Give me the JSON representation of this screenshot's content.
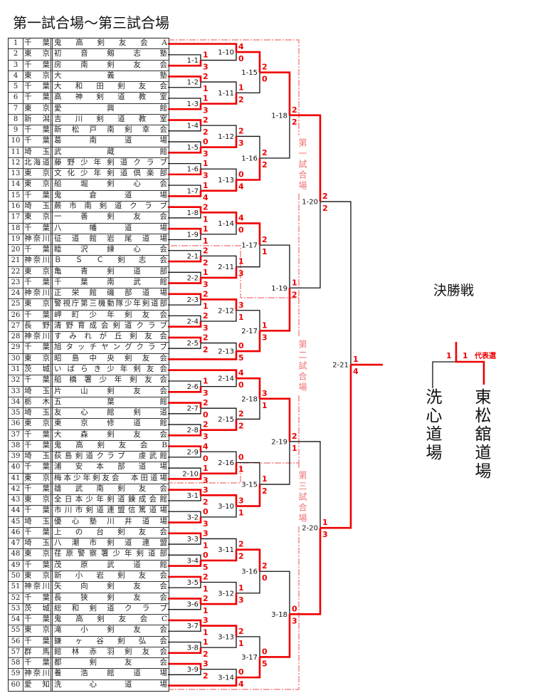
{
  "title": "第一試合場～第三試合場",
  "teams": [
    {
      "no": "1",
      "pref": "千葉",
      "name": "鬼高剣友会A"
    },
    {
      "no": "2",
      "pref": "東京",
      "name": "初音剱志塾"
    },
    {
      "no": "3",
      "pref": "千葉",
      "name": "房南剣友会"
    },
    {
      "no": "4",
      "pref": "東京",
      "name": "大義塾"
    },
    {
      "no": "5",
      "pref": "千葉",
      "name": "大和田剣友会"
    },
    {
      "no": "6",
      "pref": "千葉",
      "name": "高神剣道教室"
    },
    {
      "no": "7",
      "pref": "東京",
      "name": "愛興館"
    },
    {
      "no": "8",
      "pref": "新潟",
      "name": "吉川剣道教室"
    },
    {
      "no": "9",
      "pref": "千葉",
      "name": "新松戸南剣幸会"
    },
    {
      "no": "10",
      "pref": "千葉",
      "name": "葛南道場"
    },
    {
      "no": "11",
      "pref": "埼玉",
      "name": "武蔵館"
    },
    {
      "no": "12",
      "pref": "北海道",
      "name": "藤野少年剣道クラブ"
    },
    {
      "no": "13",
      "pref": "東京",
      "name": "文化少年剣道倶楽部"
    },
    {
      "no": "14",
      "pref": "東京",
      "name": "船堀剣心会"
    },
    {
      "no": "15",
      "pref": "千葉",
      "name": "鬼倉道場"
    },
    {
      "no": "16",
      "pref": "埼玉",
      "name": "蕨市南剣道クラブ"
    },
    {
      "no": "17",
      "pref": "東京",
      "name": "一善剣友会"
    },
    {
      "no": "18",
      "pref": "千葉",
      "name": "八幡道場"
    },
    {
      "no": "19",
      "pref": "神奈川",
      "name": "征道館岩尾道場"
    },
    {
      "no": "20",
      "pref": "千葉",
      "name": "睦沢練心会"
    },
    {
      "no": "21",
      "pref": "神奈川",
      "name": "ＢＳＣ剣志会"
    },
    {
      "no": "22",
      "pref": "東京",
      "name": "亀青剣道部"
    },
    {
      "no": "23",
      "pref": "千葉",
      "name": "千葉南武館"
    },
    {
      "no": "24",
      "pref": "神奈川",
      "name": "正栄館磯部道場"
    },
    {
      "no": "25",
      "pref": "東京",
      "name": "警視庁第三機動隊少年剣道部"
    },
    {
      "no": "26",
      "pref": "千葉",
      "name": "岬町少年剣友会"
    },
    {
      "no": "27",
      "pref": "長野",
      "name": "清野育成会剣道クラブ"
    },
    {
      "no": "28",
      "pref": "神奈川",
      "name": "すみれが丘剣友会"
    },
    {
      "no": "29",
      "pref": "千葉",
      "name": "旭タッチヤングクラブ"
    },
    {
      "no": "30",
      "pref": "東京",
      "name": "昭島中央剣友会"
    },
    {
      "no": "31",
      "pref": "茨城",
      "name": "いばらき少年剣友会"
    },
    {
      "no": "32",
      "pref": "千葉",
      "name": "船橋署少年剣友会"
    },
    {
      "no": "33",
      "pref": "埼玉",
      "name": "片山剣友会"
    },
    {
      "no": "34",
      "pref": "栃木",
      "name": "五葉館"
    },
    {
      "no": "35",
      "pref": "埼玉",
      "name": "友心館剣道"
    },
    {
      "no": "36",
      "pref": "東京",
      "name": "東京修道館"
    },
    {
      "no": "37",
      "pref": "千葉",
      "name": "大森剣友会"
    },
    {
      "no": "38",
      "pref": "千葉",
      "name": "鬼高剣友会B"
    },
    {
      "no": "39",
      "pref": "埼玉",
      "name": "荻島剣道クラブ　虔武館"
    },
    {
      "no": "40",
      "pref": "千葉",
      "name": "浦安本部道場"
    },
    {
      "no": "41",
      "pref": "東京",
      "name": "梅本少年剣友会　本田道場"
    },
    {
      "no": "42",
      "pref": "千葉",
      "name": "雄武南剣友会"
    },
    {
      "no": "43",
      "pref": "東京",
      "name": "全日本少年剣道錬成会館"
    },
    {
      "no": "44",
      "pref": "千葉",
      "name": "市川市剣道連盟信篤道場"
    },
    {
      "no": "45",
      "pref": "埼玉",
      "name": "優心塾川井道場"
    },
    {
      "no": "46",
      "pref": "千葉",
      "name": "上の台剣友会"
    },
    {
      "no": "47",
      "pref": "埼玉",
      "name": "八潮市剣道連盟"
    },
    {
      "no": "48",
      "pref": "東京",
      "name": "荏原警察署少年剣道部"
    },
    {
      "no": "49",
      "pref": "千葉",
      "name": "茂原武道館"
    },
    {
      "no": "50",
      "pref": "東京",
      "name": "新小岩剣友会"
    },
    {
      "no": "51",
      "pref": "神奈川",
      "name": "矢向剣友会"
    },
    {
      "no": "52",
      "pref": "千葉",
      "name": "長狭剣友会"
    },
    {
      "no": "53",
      "pref": "茨城",
      "name": "総和剣道クラブ"
    },
    {
      "no": "54",
      "pref": "千葉",
      "name": "鬼高剣友会C"
    },
    {
      "no": "55",
      "pref": "東京",
      "name": "滝小剣友会"
    },
    {
      "no": "56",
      "pref": "千葉",
      "name": "鎌ヶ谷剣弘会"
    },
    {
      "no": "57",
      "pref": "群馬",
      "name": "館林赤羽剣友会"
    },
    {
      "no": "58",
      "pref": "千葉",
      "name": "都剣友会"
    },
    {
      "no": "59",
      "pref": "神奈川",
      "name": "養浩館道場"
    },
    {
      "no": "60",
      "pref": "愛知",
      "name": "洗心道場"
    }
  ],
  "matches": [
    {
      "id": "1-1",
      "a": "r2",
      "b": "r3",
      "scores": [
        "1",
        "3"
      ],
      "winner": 1
    },
    {
      "id": "1-2",
      "a": "r4",
      "b": "r5",
      "scores": [
        "2",
        "1"
      ],
      "winner": 0
    },
    {
      "id": "1-3",
      "a": "r6",
      "b": "r7",
      "scores": [
        "1",
        "3"
      ],
      "winner": 1
    },
    {
      "id": "1-4",
      "a": "r8",
      "b": "r9",
      "scores": [
        "2",
        "2"
      ],
      "winner": 0
    },
    {
      "id": "1-5",
      "a": "r10",
      "b": "r11",
      "scores": [
        "0",
        "3"
      ],
      "winner": 1
    },
    {
      "id": "1-6",
      "a": "r12",
      "b": "r13",
      "scores": [
        "1",
        "3"
      ],
      "winner": 1
    },
    {
      "id": "1-7",
      "a": "r14",
      "b": "r15",
      "scores": [
        "1",
        "4"
      ],
      "winner": 1
    },
    {
      "id": "1-8",
      "a": "r16",
      "b": "r17",
      "scores": [
        "2",
        "1"
      ],
      "winner": 0
    },
    {
      "id": "1-9",
      "a": "r18",
      "b": "r19",
      "scores": [
        "1",
        "1"
      ],
      "winner": 0
    },
    {
      "id": "2-1",
      "a": "r20",
      "b": "r21",
      "scores": [
        "2",
        "2"
      ],
      "winner": 1
    },
    {
      "id": "2-2",
      "a": "r22",
      "b": "r23",
      "scores": [
        "1",
        "3"
      ],
      "winner": 1
    },
    {
      "id": "2-3",
      "a": "r24",
      "b": "r25",
      "scores": [
        "2",
        "1"
      ],
      "winner": 0
    },
    {
      "id": "2-4",
      "a": "r26",
      "b": "r27",
      "scores": [
        "2",
        "3"
      ],
      "winner": 1
    },
    {
      "id": "2-5",
      "a": "r28",
      "b": "r29",
      "scores": [
        "2",
        "2"
      ],
      "winner": 0
    },
    {
      "id": "2-6",
      "a": "r32",
      "b": "r33",
      "scores": [
        "1",
        "3"
      ],
      "winner": 1
    },
    {
      "id": "2-7",
      "a": "r34",
      "b": "r35",
      "scores": [
        "2",
        "0"
      ],
      "winner": 0
    },
    {
      "id": "2-8",
      "a": "r36",
      "b": "r37",
      "scores": [
        "2",
        "3"
      ],
      "winner": 1
    },
    {
      "id": "2-9",
      "a": "r38",
      "b": "r39",
      "scores": [
        "4",
        "0"
      ],
      "winner": 0
    },
    {
      "id": "2-10",
      "a": "r40",
      "b": "r41",
      "scores": [
        "1",
        "3"
      ],
      "winner": 1
    },
    {
      "id": "3-1",
      "a": "r42",
      "b": "r43",
      "scores": [
        "3",
        "2"
      ],
      "winner": 0
    },
    {
      "id": "3-2",
      "a": "r44",
      "b": "r45",
      "scores": [
        "0",
        "3"
      ],
      "winner": 1
    },
    {
      "id": "3-3",
      "a": "r46",
      "b": "r47",
      "scores": [
        "3",
        "1"
      ],
      "winner": 0
    },
    {
      "id": "3-4",
      "a": "r48",
      "b": "r49",
      "scores": [
        "0",
        "5"
      ],
      "winner": 1
    },
    {
      "id": "3-5",
      "a": "r50",
      "b": "r51",
      "scores": [
        "2",
        "1"
      ],
      "winner": 0
    },
    {
      "id": "3-6",
      "a": "r52",
      "b": "r53",
      "scores": [
        "2",
        "1"
      ],
      "winner": 0
    },
    {
      "id": "3-7",
      "a": "r54",
      "b": "r55",
      "scores": [
        "3",
        "1"
      ],
      "winner": 0
    },
    {
      "id": "3-8",
      "a": "r56",
      "b": "r57",
      "scores": [
        "1",
        "2"
      ],
      "winner": 1
    },
    {
      "id": "3-9",
      "a": "r58",
      "b": "r59",
      "scores": [
        "3",
        "2"
      ],
      "winner": 0
    },
    {
      "id": "1-10",
      "a": "r1",
      "b": "1-1",
      "scores": [
        "4",
        "0"
      ],
      "winner": 0
    },
    {
      "id": "1-11",
      "a": "1-2",
      "b": "1-3",
      "scores": [
        "1",
        "2"
      ],
      "winner": 1
    },
    {
      "id": "1-12",
      "a": "1-4",
      "b": "1-5",
      "scores": [
        "2",
        "3"
      ],
      "winner": 1
    },
    {
      "id": "1-13",
      "a": "1-6",
      "b": "1-7",
      "scores": [
        "0",
        "4"
      ],
      "winner": 1
    },
    {
      "id": "1-14",
      "a": "1-8",
      "b": "1-9",
      "scores": [
        "4",
        "0"
      ],
      "winner": 0
    },
    {
      "id": "2-11",
      "a": "2-1",
      "b": "2-2",
      "scores": [
        "1",
        "3"
      ],
      "winner": 1
    },
    {
      "id": "2-12",
      "a": "2-3",
      "b": "2-4",
      "scores": [
        "3",
        "1"
      ],
      "winner": 0
    },
    {
      "id": "2-13",
      "a": "2-5",
      "b": "r30",
      "scores": [
        "0",
        "5"
      ],
      "winner": 1
    },
    {
      "id": "2-14",
      "a": "r31",
      "b": "2-6",
      "scores": [
        "4",
        "0"
      ],
      "winner": 0
    },
    {
      "id": "2-15",
      "a": "2-7",
      "b": "2-8",
      "scores": [
        "2",
        "2"
      ],
      "winner": 1
    },
    {
      "id": "2-16",
      "a": "2-9",
      "b": "2-10",
      "scores": [
        "0",
        "1"
      ],
      "winner": 1
    },
    {
      "id": "3-10",
      "a": "3-1",
      "b": "3-2",
      "scores": [
        "3",
        "1"
      ],
      "winner": 0
    },
    {
      "id": "3-11",
      "a": "3-3",
      "b": "3-4",
      "scores": [
        "2",
        "2"
      ],
      "winner": 1
    },
    {
      "id": "3-12",
      "a": "3-5",
      "b": "3-6",
      "scores": [
        "1",
        "3"
      ],
      "winner": 1
    },
    {
      "id": "3-13",
      "a": "3-7",
      "b": "3-8",
      "scores": [
        "2",
        "1"
      ],
      "winner": 0
    },
    {
      "id": "3-14",
      "a": "3-9",
      "b": "r60",
      "scores": [
        "0",
        "4"
      ],
      "winner": 1
    },
    {
      "id": "1-15",
      "a": "1-10",
      "b": "1-11",
      "scores": [
        "2",
        "0"
      ],
      "winner": 0
    },
    {
      "id": "1-16",
      "a": "1-12",
      "b": "1-13",
      "scores": [
        "2",
        "2"
      ],
      "winner": 1
    },
    {
      "id": "1-17",
      "a": "1-14",
      "b": "2-11",
      "scores": [
        "2",
        "1"
      ],
      "winner": 0
    },
    {
      "id": "2-17",
      "a": "2-12",
      "b": "2-13",
      "scores": [
        "1",
        "3"
      ],
      "winner": 1
    },
    {
      "id": "2-18",
      "a": "2-14",
      "b": "2-15",
      "scores": [
        "3",
        "1"
      ],
      "winner": 0
    },
    {
      "id": "3-15",
      "a": "2-16",
      "b": "3-10",
      "scores": [
        "1",
        "2"
      ],
      "winner": 1
    },
    {
      "id": "3-16",
      "a": "3-11",
      "b": "3-12",
      "scores": [
        "2",
        "0"
      ],
      "winner": 0
    },
    {
      "id": "3-17",
      "a": "3-13",
      "b": "3-14",
      "scores": [
        "0",
        "5"
      ],
      "winner": 1
    },
    {
      "id": "1-18",
      "a": "1-15",
      "b": "1-16",
      "scores": [
        "2",
        "2"
      ],
      "winner": 0
    },
    {
      "id": "1-19",
      "a": "1-17",
      "b": "2-17",
      "scores": [
        "1",
        "2"
      ],
      "winner": 1
    },
    {
      "id": "2-19",
      "a": "2-18",
      "b": "3-15",
      "scores": [
        "2",
        "1"
      ],
      "winner": 0
    },
    {
      "id": "3-18",
      "a": "3-16",
      "b": "3-17",
      "scores": [
        "0",
        "3"
      ],
      "winner": 1
    },
    {
      "id": "1-20",
      "a": "1-18",
      "b": "1-19",
      "scores": [
        "2",
        "2"
      ],
      "winner": 0
    },
    {
      "id": "2-20",
      "a": "2-19",
      "b": "3-18",
      "scores": [
        "1",
        "3"
      ],
      "winner": 1
    },
    {
      "id": "2-21",
      "a": "1-20",
      "b": "2-20",
      "scores": [
        "1",
        "4"
      ],
      "winner": 1
    }
  ],
  "courts": [
    "第一試合場",
    "第二試合場",
    "第三試合場"
  ],
  "final": {
    "title": "決勝戦",
    "scores": [
      "1",
      "1"
    ],
    "note": "代表選",
    "left": "洗心道場",
    "right": "東松舘道場",
    "winner": 1
  },
  "colors": {
    "winner_line": "#ee0000",
    "loser_line": "#111111",
    "court_border": "#f07070"
  }
}
